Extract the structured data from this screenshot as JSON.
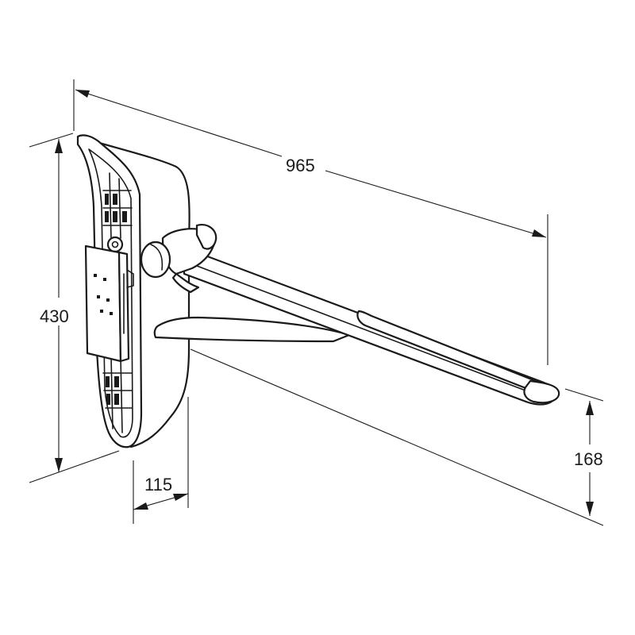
{
  "dimensions": {
    "length": "965",
    "height": "430",
    "depth": "115",
    "arm_height": "168"
  },
  "colors": {
    "line": "#1a1a1a",
    "background": "#ffffff"
  }
}
